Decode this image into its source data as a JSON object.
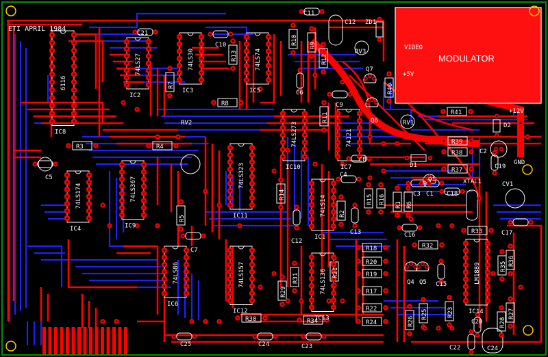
{
  "board": {
    "title": "ETI APRIL 1984",
    "colors": {
      "background": "#000000",
      "top_copper": "#ff0000",
      "bottom_copper": "#2020ff",
      "silk": "#ffffff",
      "outline": "#00c000",
      "modulator": "#ff1010"
    }
  },
  "modulator": {
    "label": "MODULATOR",
    "video_label": "VIDEO",
    "supply_label": "+5V"
  },
  "power": {
    "v12": "+12V",
    "gnd": "GND"
  },
  "ics": {
    "ic8": {
      "ref": "IC8",
      "part": "6116"
    },
    "ic2": {
      "ref": "IC2",
      "part": "74LS27"
    },
    "ic3": {
      "ref": "IC3",
      "part": "74LS30"
    },
    "ic5": {
      "ref": "IC5",
      "part": "74LS74"
    },
    "ic10": {
      "ref": "IC10",
      "part": "74LS273"
    },
    "ic7": {
      "ref": "IC7",
      "part": "74121"
    },
    "ic4": {
      "ref": "IC4",
      "part": "74LS174"
    },
    "ic9": {
      "ref": "IC9",
      "part": "74LS367"
    },
    "ic11": {
      "ref": "IC11",
      "part": "74LS323"
    },
    "ic1": {
      "ref": "IC1",
      "part": "74LS14"
    },
    "ic6": {
      "ref": "IC6",
      "part": "74LS86"
    },
    "ic12": {
      "ref": "IC12",
      "part": "74LS157"
    },
    "ic13": {
      "ref": "IC13",
      "part": "74LS136"
    },
    "ic14": {
      "ref": "IC14",
      "part": "LM1889"
    }
  },
  "parts": {
    "c21": "C21",
    "c10": "C10",
    "c11": "C11",
    "c12": "C12",
    "c13": "C13",
    "c9": "C9",
    "c6": "C6",
    "c8": "C8",
    "c5": "C5",
    "c7": "C7",
    "c4": "C4",
    "c3": "C3",
    "c1": "C1",
    "c18": "C18",
    "c16": "C16",
    "c15": "C15",
    "c17": "C17",
    "c19": "C19",
    "c2": "C2",
    "c20": "C20",
    "c22": "C22",
    "c23": "C23",
    "c24": "C24",
    "c25": "C25",
    "r1": "R1",
    "r2": "R2",
    "r3": "R3",
    "r4": "R4",
    "r5": "R5",
    "r6": "R6",
    "r7": "R7",
    "r8": "R8",
    "r9": "R9",
    "r10": "R10",
    "r11": "R11",
    "r12": "R12",
    "r13": "R13",
    "r14": "R14",
    "r15": "R15",
    "r16": "R16",
    "r17": "R17",
    "r18": "R18",
    "r19": "R19",
    "r20": "R20",
    "r21": "R21",
    "r22": "R22",
    "r23": "R23",
    "r24": "R24",
    "r25": "R25",
    "r26": "R26",
    "r27": "R27",
    "r28": "R28",
    "r29": "R29",
    "r30": "R30",
    "r31": "R31",
    "r32": "R32",
    "r33": "R33",
    "r34": "R34",
    "r35": "R35",
    "r36": "R36",
    "r37": "R37",
    "r38": "R38",
    "r39": "R39",
    "r40": "R40",
    "r41": "R41",
    "rv1": "RV1",
    "rv2": "RV2",
    "rv3": "RV3",
    "zd1": "ZD1",
    "d1": "D1",
    "d2": "D2",
    "q1": "Q1",
    "q4": "Q4",
    "q5": "Q5",
    "q6": "Q6",
    "q7": "Q7",
    "xtal1": "XTAL1",
    "cv1": "CV1"
  }
}
